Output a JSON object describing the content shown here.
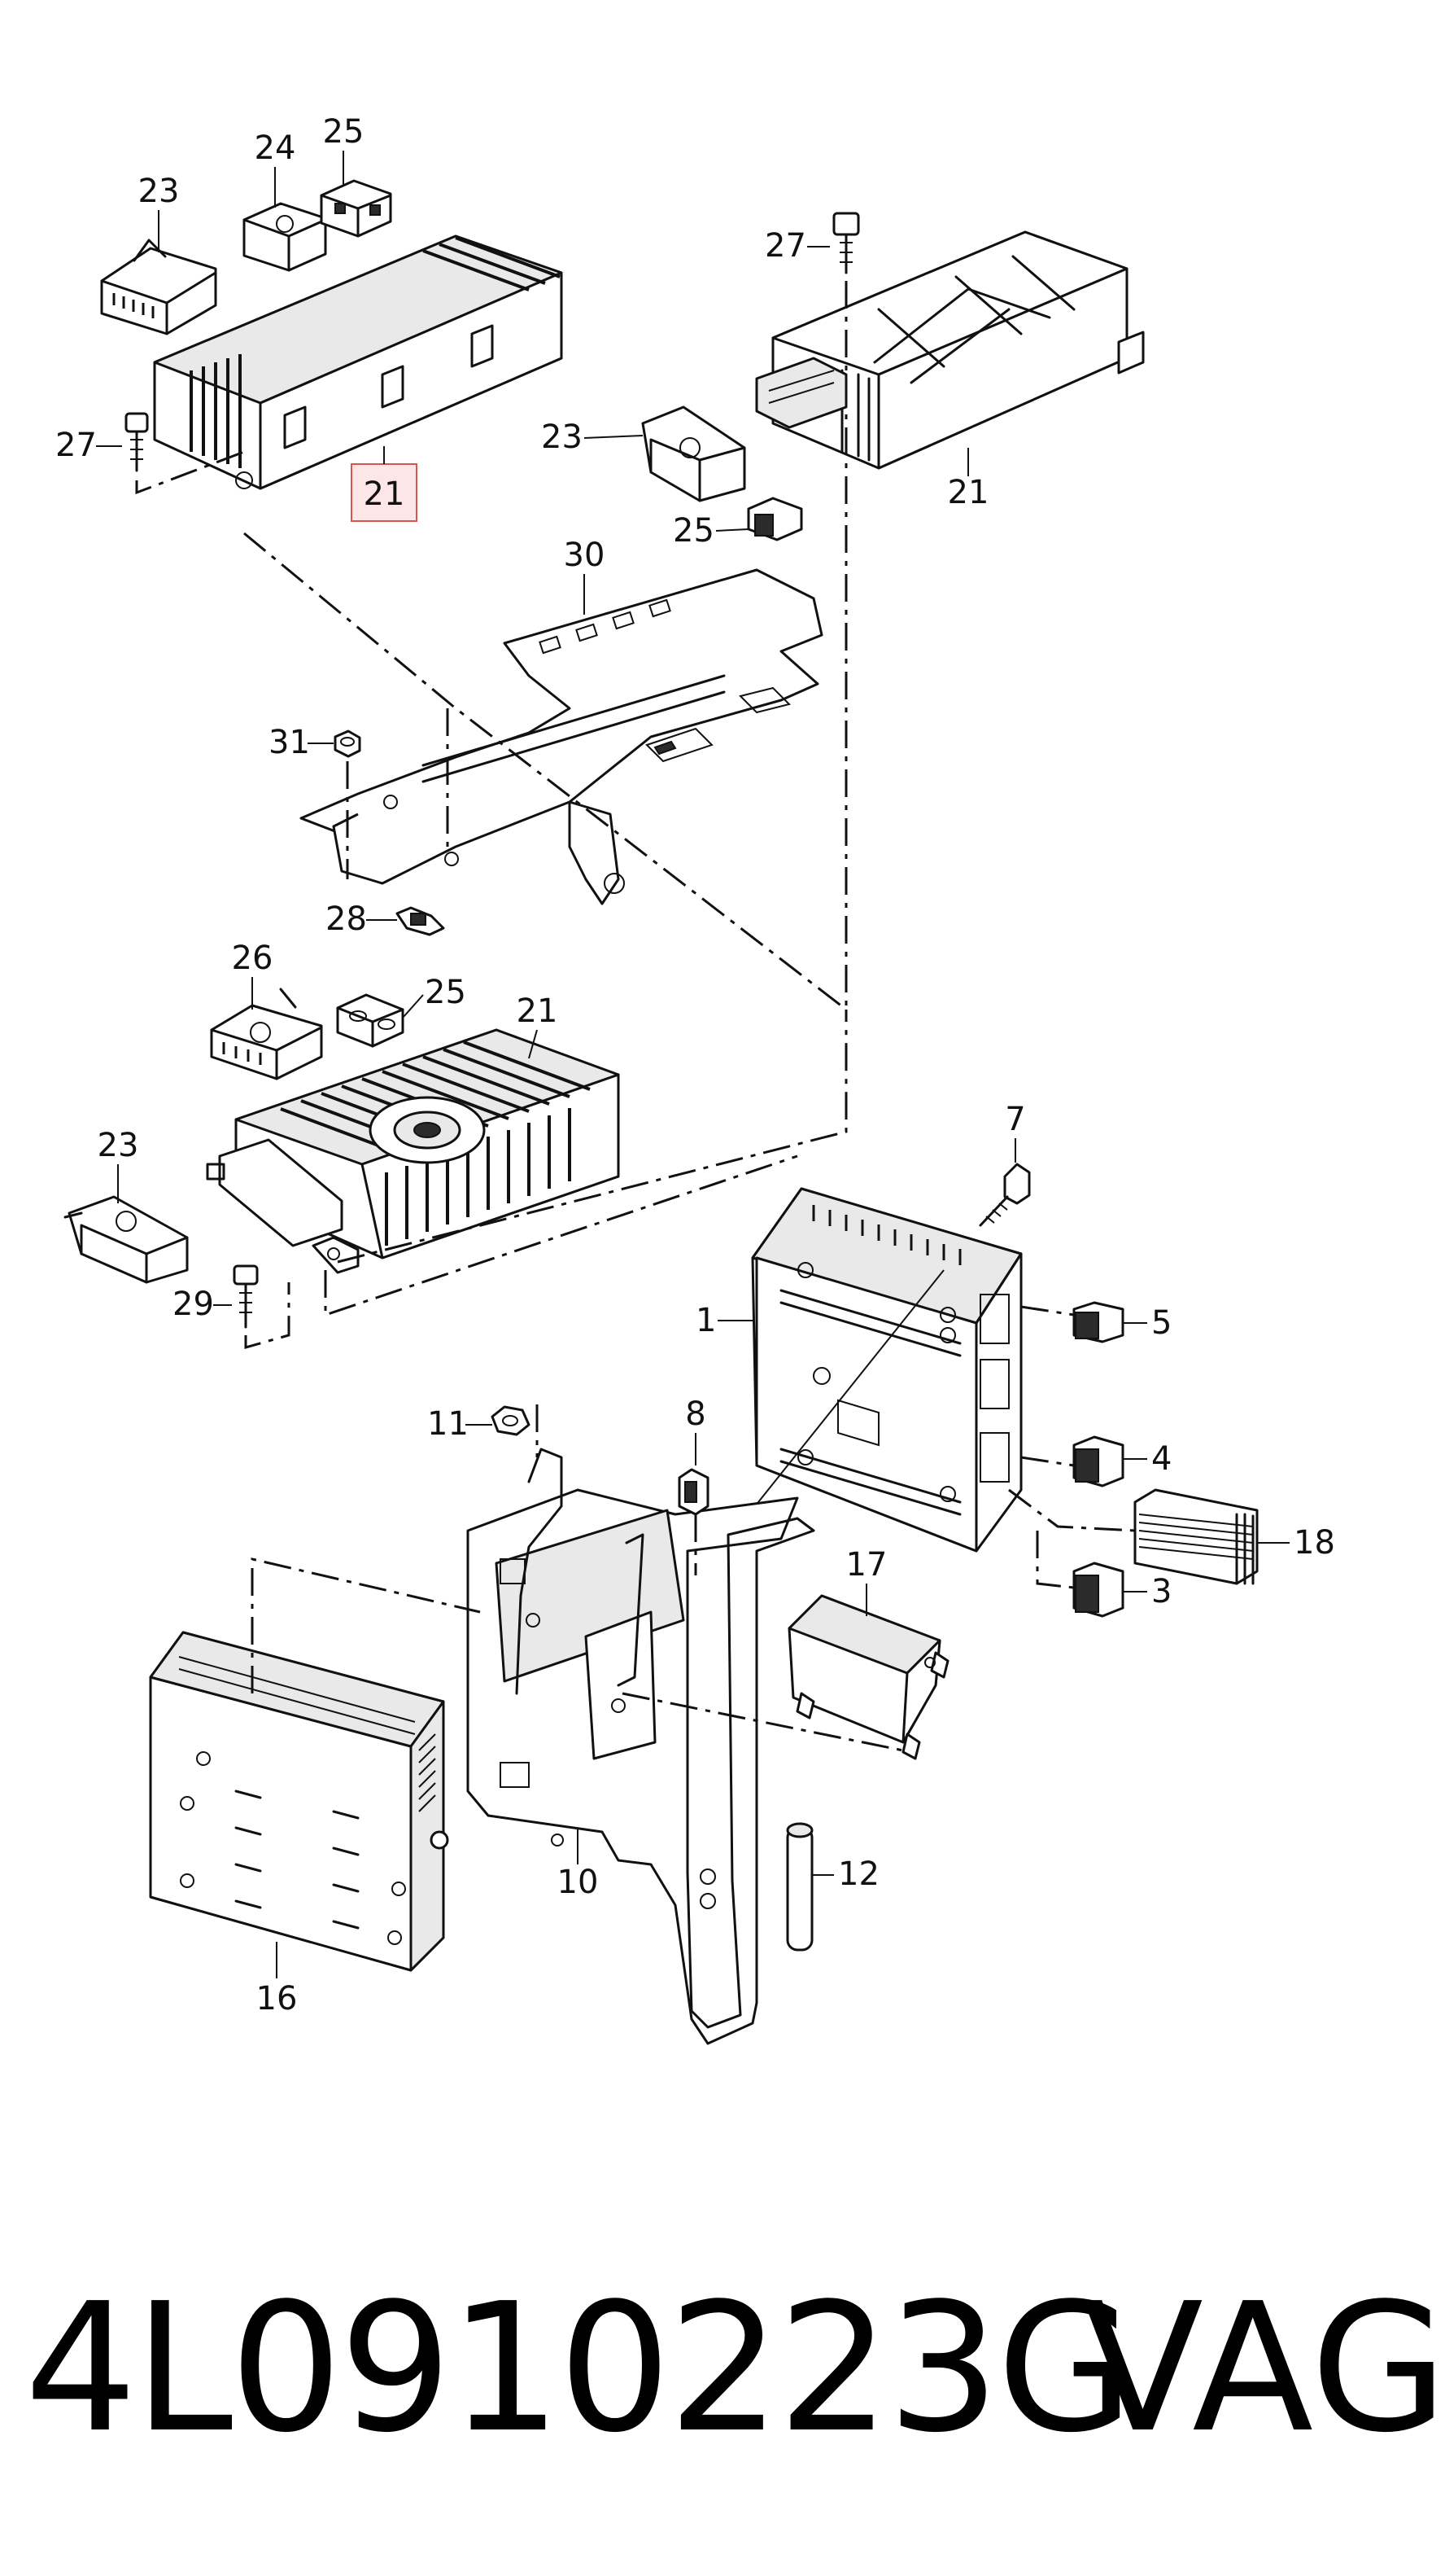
{
  "footer": {
    "part_number": "4L0910223G",
    "brand": "VAG"
  },
  "highlight": {
    "color": "#d9534f",
    "fill": "#fde6e8",
    "label": "21"
  },
  "callouts": {
    "c21_top_left": "21",
    "c23_top": "23",
    "c24": "24",
    "c25_top": "25",
    "c27_left": "27",
    "c27_right": "27",
    "c23_mid": "23",
    "c25_mid": "25",
    "c21_right": "21",
    "c30": "30",
    "c31": "31",
    "c28": "28",
    "c26": "26",
    "c25_low": "25",
    "c21_low": "21",
    "c23_low": "23",
    "c29": "29",
    "c7": "7",
    "c1": "1",
    "c5": "5",
    "c4": "4",
    "c18": "18",
    "c3": "3",
    "c11": "11",
    "c8": "8",
    "c17": "17",
    "c12": "12",
    "c10": "10",
    "c16": "16"
  }
}
